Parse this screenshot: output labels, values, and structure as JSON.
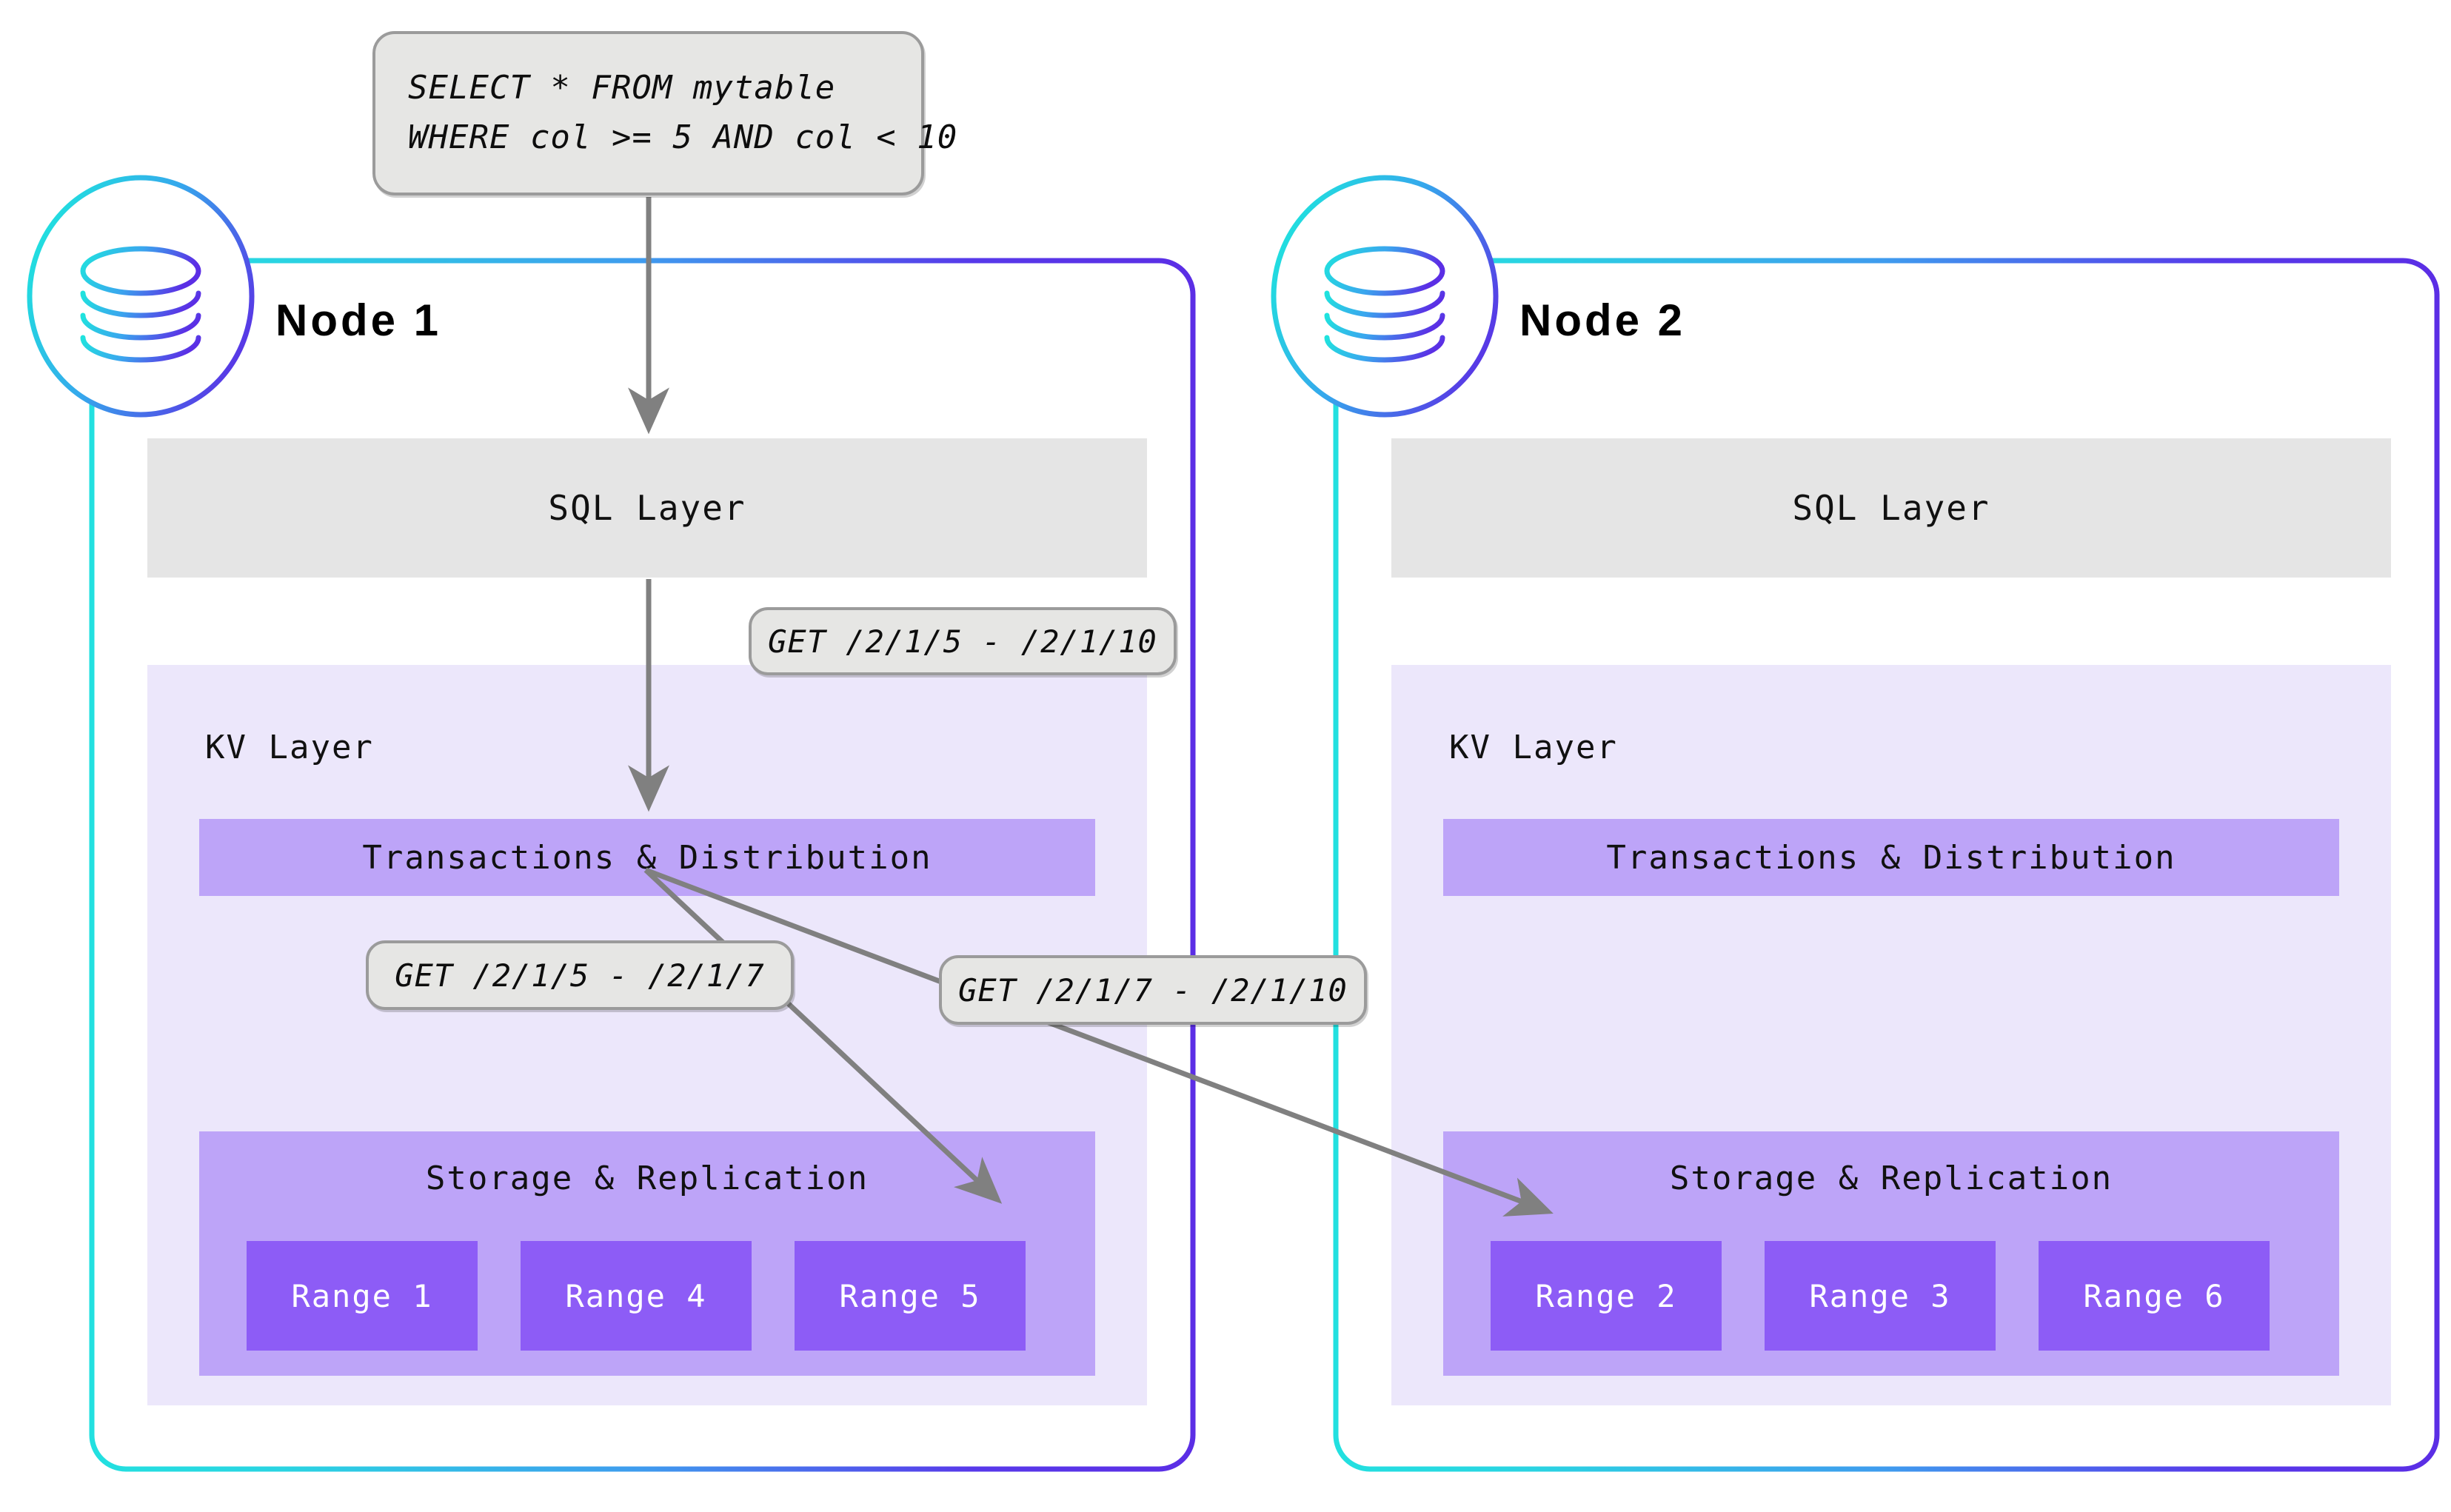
{
  "diagram": {
    "title": "Distributed SQL query routing across nodes",
    "query_callout": {
      "line1": "SELECT * FROM mytable",
      "line2": "WHERE col >= 5 AND col < 10"
    },
    "callouts": [
      {
        "id": "kv-request",
        "label": "GET /2/1/5 - /2/1/10"
      },
      {
        "id": "range5-request",
        "label": "GET /2/1/5 - /2/1/7"
      },
      {
        "id": "range2-request",
        "label": "GET /2/1/7 - /2/1/10"
      }
    ],
    "nodes": [
      {
        "title": "Node 1",
        "icon": "database-cylinder-icon",
        "sql_layer_label": "SQL Layer",
        "kv_layer_label": "KV Layer",
        "transactions_label": "Transactions & Distribution",
        "storage_label": "Storage & Replication",
        "ranges": [
          "Range 1",
          "Range 4",
          "Range 5"
        ]
      },
      {
        "title": "Node 2",
        "icon": "database-cylinder-icon",
        "sql_layer_label": "SQL Layer",
        "kv_layer_label": "KV Layer",
        "transactions_label": "Transactions & Distribution",
        "storage_label": "Storage & Replication",
        "ranges": [
          "Range 2",
          "Range 3",
          "Range 6"
        ]
      }
    ],
    "colors": {
      "node_border_start": "#22e0e0",
      "node_border_end": "#5b2ee5",
      "sql_layer_bg": "#e5e5e5",
      "kv_panel_bg": "#ece7fb",
      "kv_box_bg": "#bda4f8",
      "range_box_bg": "#8d5cf6",
      "range_text": "#ffffff",
      "callout_bg": "#e6e6e4",
      "callout_border": "#9b9b9b",
      "arrow": "#808080",
      "page_bg": "#ffffff"
    }
  }
}
